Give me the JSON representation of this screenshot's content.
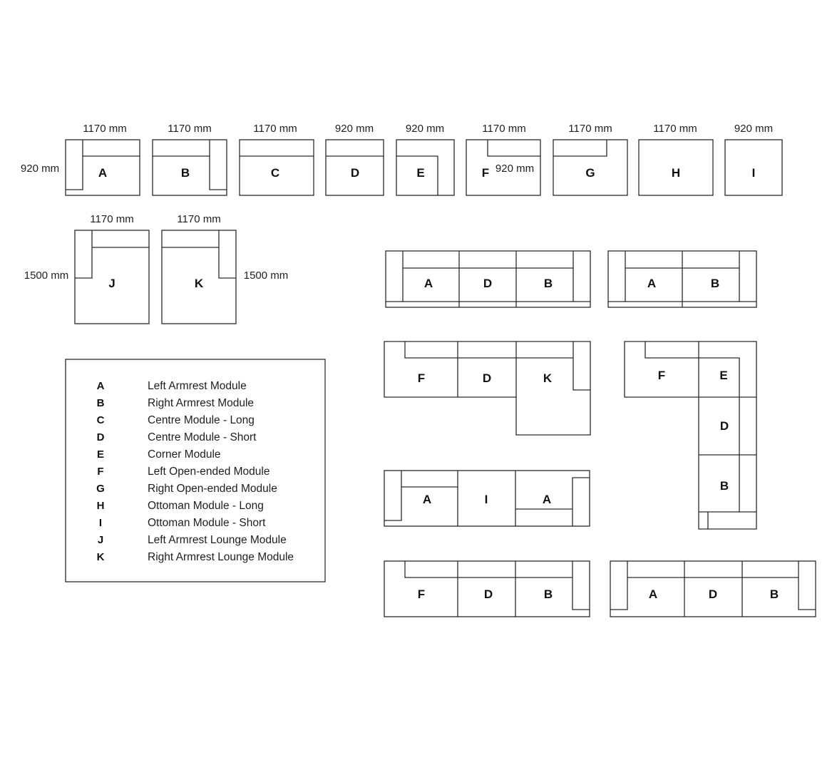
{
  "modules": [
    {
      "letter": "A",
      "width": "1170 mm",
      "depth": "920 mm"
    },
    {
      "letter": "B",
      "width": "1170 mm"
    },
    {
      "letter": "C",
      "width": "1170 mm"
    },
    {
      "letter": "D",
      "width": "920 mm"
    },
    {
      "letter": "E",
      "width": "920 mm"
    },
    {
      "letter": "F",
      "width": "1170 mm",
      "depth": "920 mm"
    },
    {
      "letter": "G",
      "width": "1170 mm"
    },
    {
      "letter": "H",
      "width": "1170 mm"
    },
    {
      "letter": "I",
      "width": "920 mm"
    },
    {
      "letter": "J",
      "width": "1170 mm",
      "depth": "1500 mm"
    },
    {
      "letter": "K",
      "width": "1170 mm",
      "depth": "1500 mm"
    }
  ],
  "legend": [
    {
      "key": "A",
      "name": "Left Armrest Module"
    },
    {
      "key": "B",
      "name": "Right Armrest Module"
    },
    {
      "key": "C",
      "name": "Centre Module - Long"
    },
    {
      "key": "D",
      "name": "Centre Module - Short"
    },
    {
      "key": "E",
      "name": "Corner Module"
    },
    {
      "key": "F",
      "name": "Left Open-ended Module"
    },
    {
      "key": "G",
      "name": "Right Open-ended Module"
    },
    {
      "key": "H",
      "name": "Ottoman Module - Long"
    },
    {
      "key": "I",
      "name": "Ottoman Module - Short"
    },
    {
      "key": "J",
      "name": "Left Armrest Lounge Module"
    },
    {
      "key": "K",
      "name": "Right Armrest Lounge Module"
    }
  ],
  "configurations": [
    {
      "modules": [
        "A",
        "D",
        "B"
      ]
    },
    {
      "modules": [
        "A",
        "B"
      ]
    },
    {
      "modules": [
        "F",
        "D",
        "K"
      ]
    },
    {
      "modules": [
        "F",
        "E",
        "D",
        "B"
      ]
    },
    {
      "modules": [
        "A",
        "I",
        "A"
      ]
    },
    {
      "modules": [
        "F",
        "D",
        "B"
      ]
    },
    {
      "modules": [
        "A",
        "D",
        "B"
      ]
    }
  ]
}
